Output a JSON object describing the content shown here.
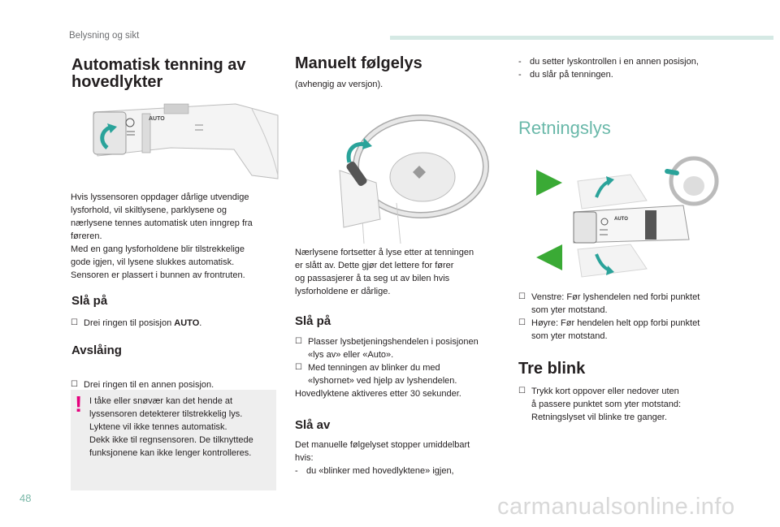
{
  "header": {
    "section": "Belysning og sikt",
    "page_number": "48"
  },
  "col1": {
    "title_line1": "Automatisk tenning av",
    "title_line2": "hovedlykter",
    "switch_label": "AUTO",
    "intro": [
      "Hvis lyssensoren oppdager dårlige utvendige",
      "lysforhold, vil skiltlysene, parklysene og",
      "nærlysene tennes automatisk uten inngrep fra",
      "føreren.",
      "Med en gang lysforholdene blir tilstrekkelige",
      "gode igjen, vil lysene slukkes automatisk.",
      "Sensoren er plassert i bunnen av frontruten."
    ],
    "on_heading": "Slå på",
    "on_item": "Drei ringen til posisjon ",
    "on_item_bold": "AUTO",
    "on_item_end": ".",
    "off_heading": "Avslåing",
    "off_item": "Drei ringen til en annen posisjon.",
    "warning_mark": "!",
    "warning_lines": [
      "I tåke eller snøvær kan det hende at",
      "lyssensoren detekterer tilstrekkelig lys.",
      "Lyktene vil ikke tennes automatisk.",
      "Dekk ikke til regnsensoren. De tilknyttede",
      "funksjonene kan ikke lenger kontrolleres."
    ]
  },
  "col2": {
    "title": "Manuelt følgelys",
    "subtitle": "(avhengig av versjon).",
    "note": [
      "Nærlysene fortsetter å lyse etter at tenningen",
      "er slått av. Dette gjør det lettere for fører",
      "og passasjerer å ta seg ut av bilen hvis",
      "lysforholdene er dårlige."
    ],
    "on_heading": "Slå på",
    "on_items": [
      [
        "Plasser lysbetjeningshendelen i posisjonen",
        "«lys av» eller «Auto»."
      ],
      [
        "Med tenningen av blinker du med",
        "«lyshornet» ved hjelp av lyshendelen."
      ]
    ],
    "on_after": "Hovedlyktene aktiveres etter 30 sekunder.",
    "off_heading": "Slå av",
    "off_text": [
      "Det manuelle følgelyset stopper umiddelbart",
      "hvis:"
    ],
    "off_dash": "du «blinker med hovedlyktene» igjen,"
  },
  "col3": {
    "dash_items": [
      "du setter lyskontrollen i en annen posisjon,",
      "du slår på tenningen."
    ],
    "title": "Retningslys",
    "switch_label": "AUTO",
    "items": [
      [
        "Venstre: Før lyshendelen ned forbi punktet",
        "som yter motstand."
      ],
      [
        "Høyre: Før hendelen helt opp forbi punktet",
        "som yter motstand."
      ]
    ],
    "tre_heading": "Tre blink",
    "tre_item": [
      "Trykk kort oppover eller nedover uten",
      "å passere punktet som yter motstand:",
      "Retningslyset vil blinke tre ganger."
    ]
  },
  "bullet_glyph": "☐",
  "dash_glyph": "-",
  "watermark": "carmanualsonline.info",
  "colors": {
    "accent_teal": "#69b8a9",
    "arrow_green": "#3aaa35",
    "warning_pink": "#e6007e",
    "warn_bg": "#eeeeee"
  }
}
